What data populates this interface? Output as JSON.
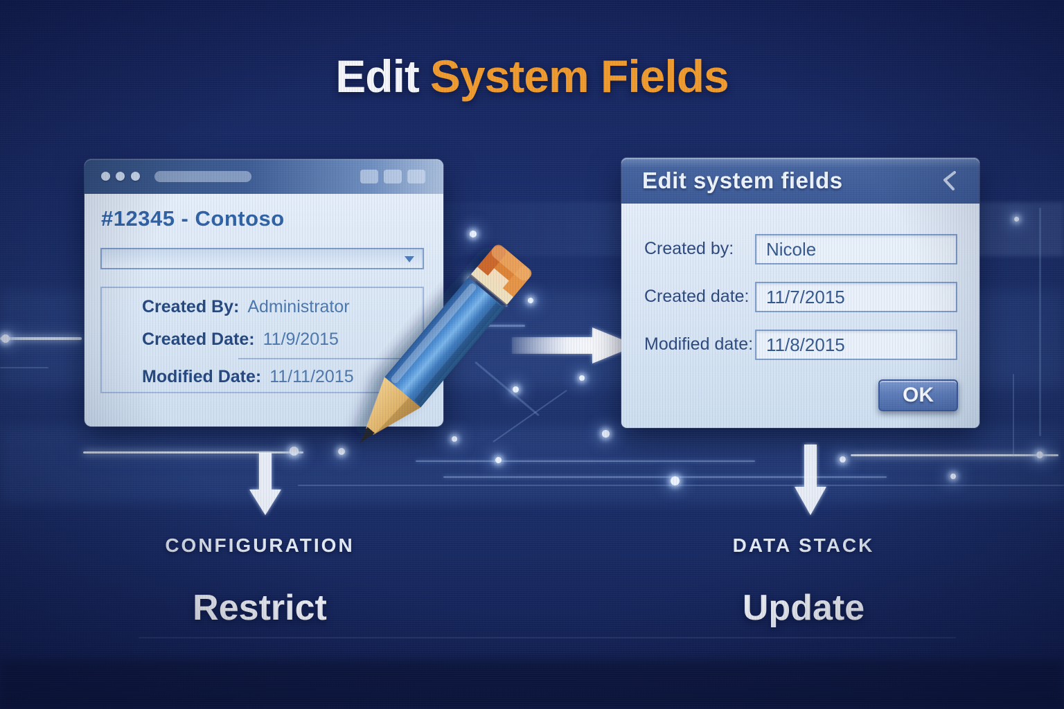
{
  "page_title": {
    "white": "Edit",
    "orange": "System Fields"
  },
  "colors": {
    "background_navy": "#1b2e6b",
    "accent_orange": "#f09a2c",
    "window_body": "#e2ecf7",
    "titlebar_blue": "#3d5c94",
    "dialog_header_blue": "#3c5a97",
    "label_dark_blue": "#24487f",
    "value_blue": "#4c78ad",
    "ok_button_blue": "#5d7dba"
  },
  "left_window": {
    "record_title": "#12345 - Contoso",
    "dropdown": {
      "value": "",
      "icon": "chevron-down-icon"
    },
    "fields": [
      {
        "label": "Created By:",
        "value": "Administrator"
      },
      {
        "label": "Created Date:",
        "value": "11/9/2015"
      },
      {
        "label": "Modified Date:",
        "value": "11/11/2015"
      }
    ]
  },
  "right_dialog": {
    "title": "Edit system fields",
    "back_icon": "chevron-left-icon",
    "fields": [
      {
        "label": "Created by:",
        "value": "Nicole"
      },
      {
        "label": "Created date:",
        "value": "11/7/2015"
      },
      {
        "label": "Modified date:",
        "value": "11/8/2015"
      }
    ],
    "ok_label": "OK"
  },
  "bottom_left": {
    "caption": "CONFIGURATION",
    "action": "Restrict"
  },
  "bottom_right": {
    "caption": "DATA STACK",
    "action": "Update"
  }
}
